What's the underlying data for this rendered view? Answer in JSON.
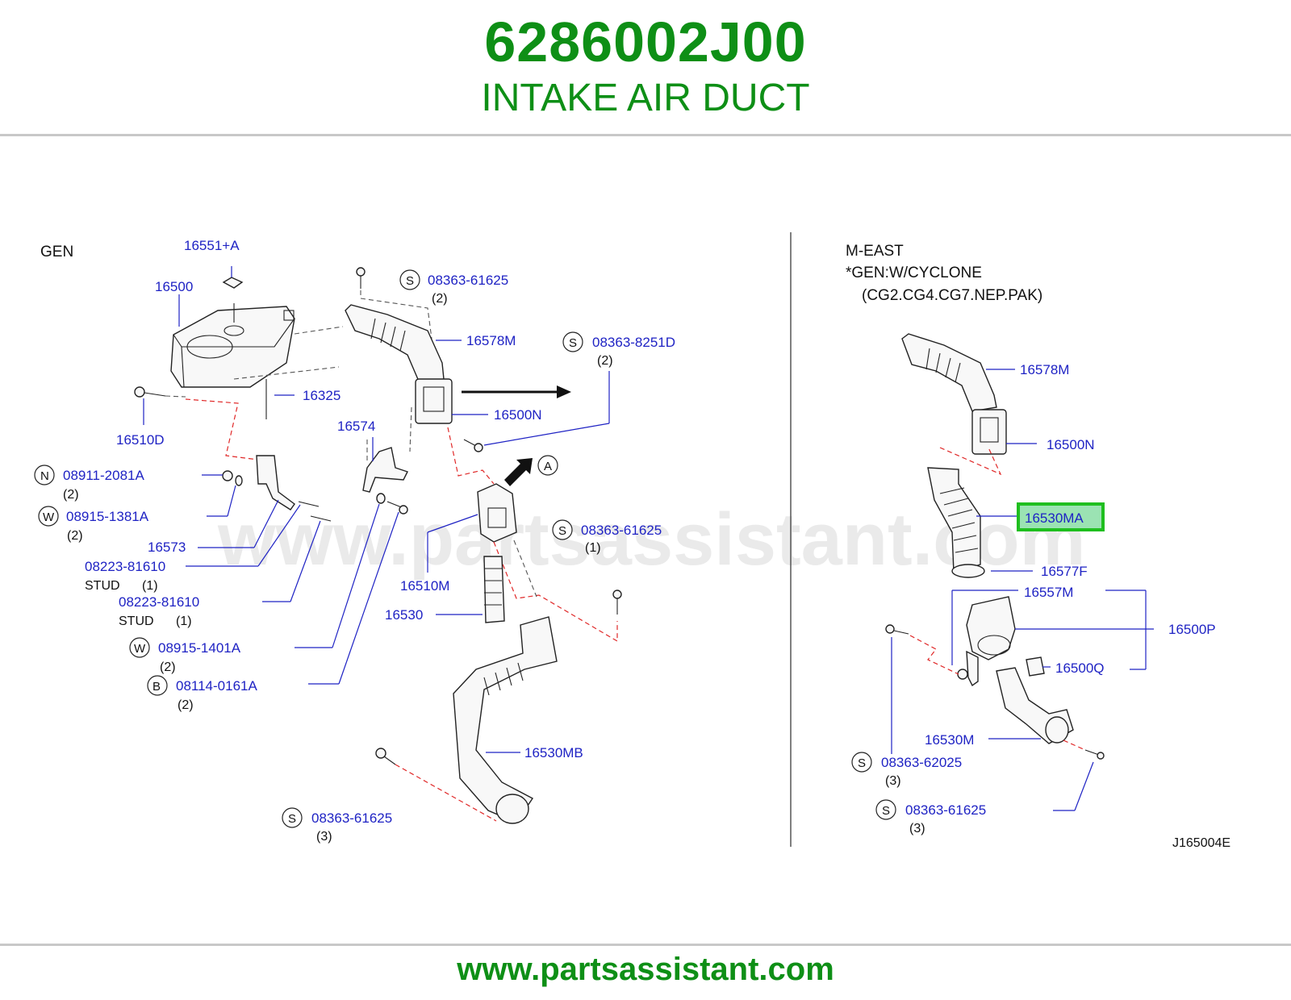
{
  "header": {
    "part_number": "6286002J00",
    "title": "INTAKE AIR DUCT"
  },
  "footer": {
    "url": "www.partsassistant.com"
  },
  "diagram": {
    "watermark": "www.partsassistant.com",
    "drawing_code": "J165004E",
    "arrow_marker": "A",
    "left_panel": {
      "title": "GEN",
      "labels": {
        "p16551A": "16551+A",
        "p16500": "16500",
        "p16510D": "16510D",
        "p16325": "16325",
        "p16578M": "16578M",
        "p16500N": "16500N",
        "p16574": "16574",
        "p16573": "16573",
        "p16510M": "16510M",
        "p16530": "16530",
        "p16530MB": "16530MB",
        "s1": "08363-61625",
        "s1q": "(2)",
        "s2": "08363-8251D",
        "s2q": "(2)",
        "s3": "08363-61625",
        "s3q": "(1)",
        "s4": "08363-61625",
        "s4q": "(3)",
        "n1": "08911-2081A",
        "n1q": "(2)",
        "w1": "08915-1381A",
        "w1q": "(2)",
        "stud1": "08223-81610",
        "stud1t": "STUD",
        "stud1q": "(1)",
        "stud2": "08223-81610",
        "stud2t": "STUD",
        "stud2q": "(1)",
        "w2": "08915-1401A",
        "w2q": "(2)",
        "b1": "08114-0161A",
        "b1q": "(2)"
      }
    },
    "right_panel": {
      "title_line1": "M-EAST",
      "title_line2": "*GEN:W/CYCLONE",
      "title_line3": "(CG2.CG4.CG7.NEP.PAK)",
      "labels": {
        "p16578M": "16578M",
        "p16500N": "16500N",
        "p16530MA": "16530MA",
        "p16577F": "16577F",
        "p16557M": "16557M",
        "p16500P": "16500P",
        "p16500Q": "16500Q",
        "p16530M": "16530M",
        "s5": "08363-62025",
        "s5q": "(3)",
        "s6": "08363-61625",
        "s6q": "(3)"
      }
    },
    "symbols": {
      "S": "S",
      "N": "N",
      "W": "W",
      "B": "B"
    },
    "highlight": {
      "part": "16530MA",
      "border_color": "#1fbf1f",
      "fill_color": "#9be3b3"
    },
    "colors": {
      "part_number_text": "#1f23c4",
      "brand_green": "#0e8f16",
      "red_dash": "#e02828"
    }
  }
}
